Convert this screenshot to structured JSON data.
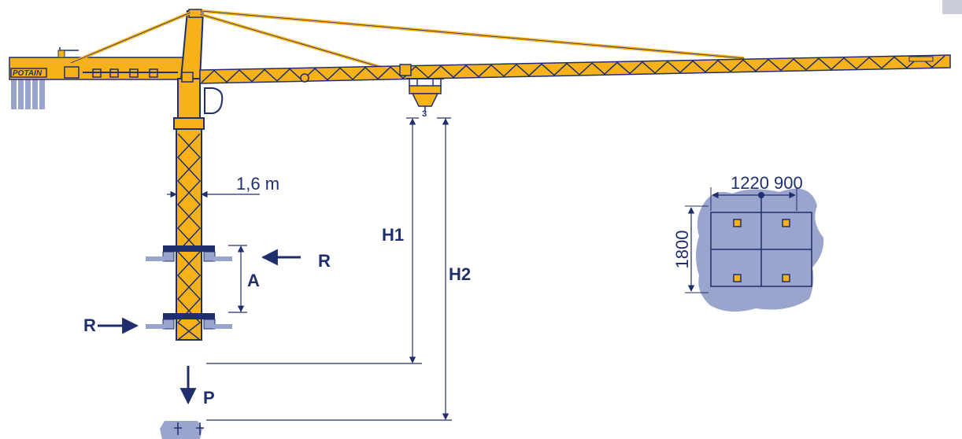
{
  "brand_text": "POTAIN",
  "labels": {
    "mast_width": "1,6 m",
    "H1": "H1",
    "H2": "H2",
    "A": "A",
    "R_top": "R",
    "R_bottom": "R",
    "P": "P",
    "trolley_number": "3",
    "base_dim_top": "1220 900",
    "base_dim_side": "1800"
  },
  "colors": {
    "crane": "#f7b21b",
    "outline": "#1f2f6e",
    "ground": "#9aa5cd",
    "base_fill": "#f7b21b"
  }
}
